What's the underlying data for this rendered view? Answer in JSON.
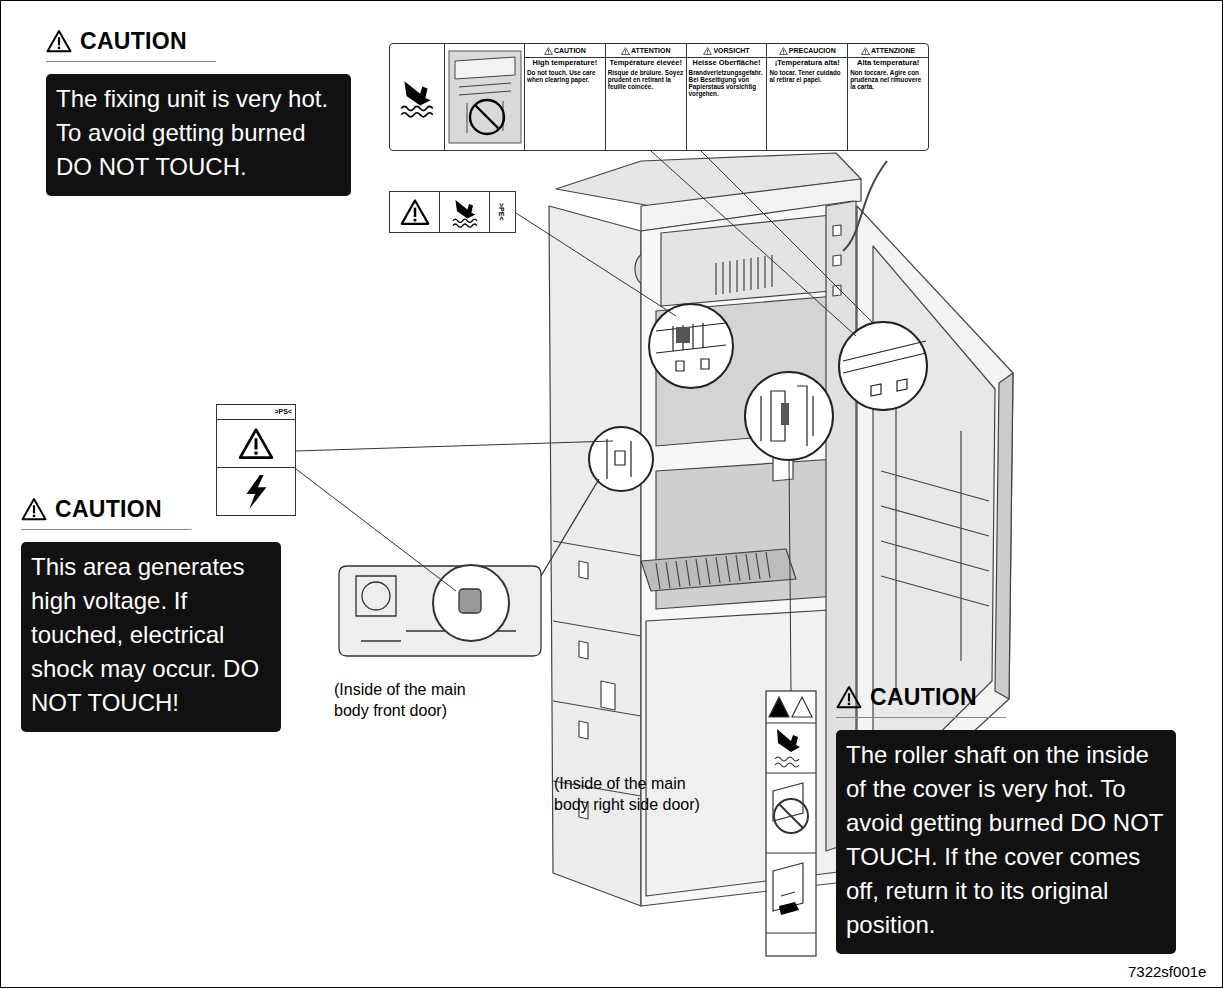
{
  "diagram": {
    "nodes": [
      {
        "text": [
          "CAUTION",
          "The fixing unit is very hot. To avoid getting burned DO NOT TOUCH."
        ]
      },
      {
        "text": [
          "CAUTION",
          "High temperature!",
          "Do not touch. Use care when clearing paper.",
          "ATTENTION",
          "Température élevée!",
          "Risque de brûlure. Soyez prudent en retirant la feuille coincée.",
          "VORSICHT",
          "Heisse Oberfläche!",
          "Brandverletzungsgefahr. Bei Beseitigung von Papierstaus vorsichtig vorgehen.",
          "PRECAUCION",
          "¡Temperatura alta!",
          "No tocar. Tener cuidado al retirar el papel.",
          "ATTENZIONE",
          "Alta temperatura!",
          "Non toccare. Agire con prudenza nel rimuovere la carta."
        ]
      },
      {
        "text": [
          ">PE<"
        ]
      },
      {
        "text": [
          ">PS<"
        ]
      },
      {
        "text": [
          "CAUTION",
          "This area generates high voltage. If touched, electrical shock may occur. DO NOT TOUCH!"
        ]
      },
      {
        "text": [
          "CAUTION",
          "The roller shaft on the inside of the cover is very hot. To avoid getting burned DO NOT TOUCH. If the cover comes off, return it to its original position."
        ]
      }
    ],
    "labels": [
      "(Inside of the main body front door)",
      "(Inside of the main body right side door)",
      "7322sf001e"
    ]
  }
}
